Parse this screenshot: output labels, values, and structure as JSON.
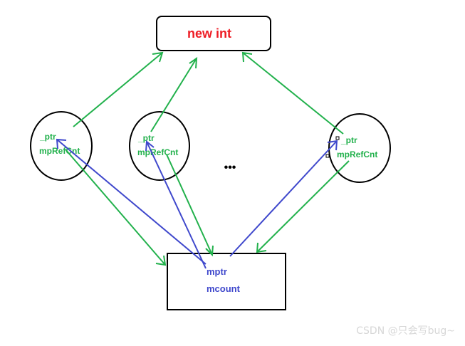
{
  "heap_object": {
    "label": "new int"
  },
  "smart_ptrs": [
    {
      "ptr_label": "_ptr",
      "ref_label": "mpRefCnt"
    },
    {
      "ptr_label": "_ptr",
      "ref_label": "mpRefCnt"
    },
    {
      "ptr_label": "_ptr",
      "ref_label": "mpRefCnt"
    }
  ],
  "ellipsis": "•••",
  "ref_count": {
    "ptr_label": "mptr",
    "count_label": "mcount"
  },
  "watermark": "CSDN @只会写bug~",
  "colors": {
    "heap_text": "#ee1c24",
    "green": "#22b14c",
    "blue": "#3f48cc",
    "outline": "#000000"
  }
}
